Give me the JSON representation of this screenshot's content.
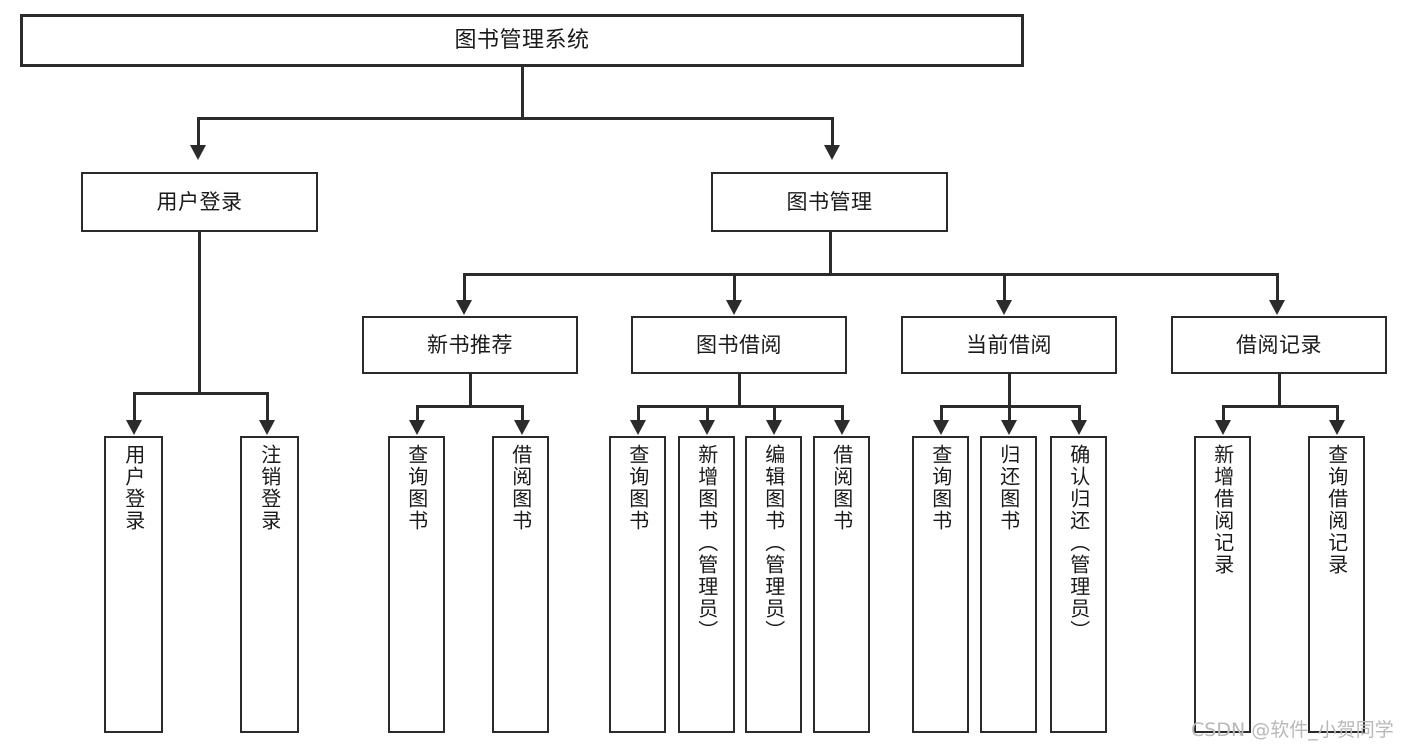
{
  "diagram": {
    "title": "图书管理系统",
    "type": "tree-hierarchy-chart",
    "root": {
      "label": "图书管理系统"
    },
    "level1": [
      {
        "label": "用户登录"
      },
      {
        "label": "图书管理"
      }
    ],
    "level2": [
      {
        "label": "新书推荐"
      },
      {
        "label": "图书借阅"
      },
      {
        "label": "当前借阅"
      },
      {
        "label": "借阅记录"
      }
    ],
    "leaves": {
      "user_login": [
        {
          "label": "用户登录"
        },
        {
          "label": "注销登录"
        }
      ],
      "new_book_recommend": [
        {
          "label": "查询图书"
        },
        {
          "label": "借阅图书"
        }
      ],
      "book_borrow": [
        {
          "label": "查询图书"
        },
        {
          "label": "新增图书（管理员）"
        },
        {
          "label": "编辑图书（管理员）"
        },
        {
          "label": "借阅图书"
        }
      ],
      "current_borrow": [
        {
          "label": "查询图书"
        },
        {
          "label": "归还图书"
        },
        {
          "label": "确认归还（管理员）"
        }
      ],
      "borrow_record": [
        {
          "label": "新增借阅记录"
        },
        {
          "label": "查询借阅记录"
        }
      ]
    }
  },
  "watermark": {
    "text": "CSDN @软件_小贺同学"
  },
  "colors": {
    "stroke": "#2b2b2b",
    "fill": "#ffffff",
    "text": "#1a1a1a",
    "watermark": "#b9b9b9"
  }
}
